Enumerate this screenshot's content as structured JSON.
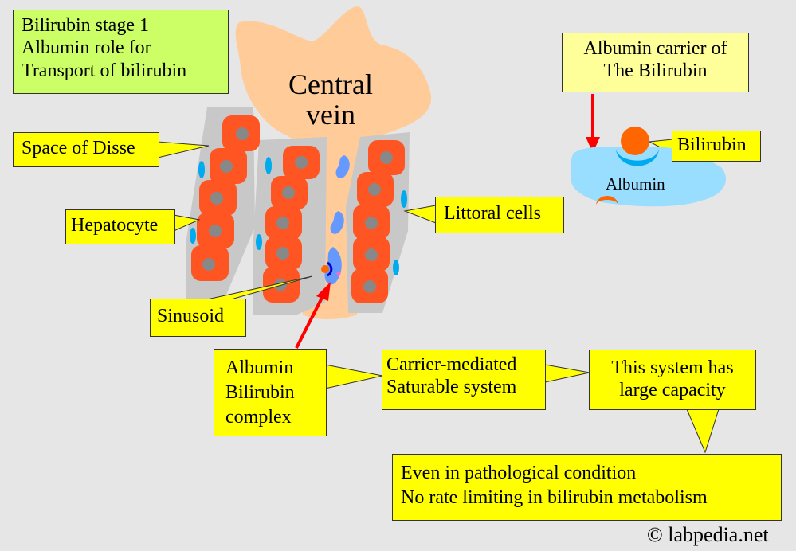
{
  "title_box": {
    "line1": "Bilirubin stage 1",
    "line2": "Albumin role for",
    "line3": "Transport of bilirubin"
  },
  "central_vein": {
    "line1": "Central",
    "line2": "vein"
  },
  "labels": {
    "space_of_disse": "Space of Disse",
    "hepatocyte": "Hepatocyte",
    "sinusoid": "Sinusoid",
    "littoral_cells": "Littoral cells"
  },
  "carrier_box": {
    "line1": "Albumin carrier of",
    "line2": "The Bilirubin"
  },
  "inset": {
    "bilirubin": "Bilirubin",
    "albumin": "Albumin"
  },
  "complex_box": {
    "line1": "Albumin",
    "line2": "Bilirubin",
    "line3": "complex"
  },
  "mechanism_box": {
    "line1": "Carrier-mediated",
    "line2": "Saturable system"
  },
  "capacity_box": {
    "line1": "This system has",
    "line2": "large capacity"
  },
  "note_box": {
    "line1": "Even in pathological condition",
    "line2": "No rate limiting in bilirubin metabolism"
  },
  "watermark": {
    "symbol": "©",
    "text": "labpedia.net"
  },
  "colors": {
    "background": "#e6e6e6",
    "hepatocyte": "#ff5522",
    "nucleus": "#888888",
    "plate": "#c8c8c8",
    "vein": "#ffcc99",
    "littoral_cell": "#00aaee",
    "red_cell": "#6699ff",
    "albumin": "#99ddff",
    "bilirubin": "#ff6600",
    "arrow": "#ff0000",
    "label_yellow": "#ffff00",
    "title_green": "#ccff66"
  }
}
